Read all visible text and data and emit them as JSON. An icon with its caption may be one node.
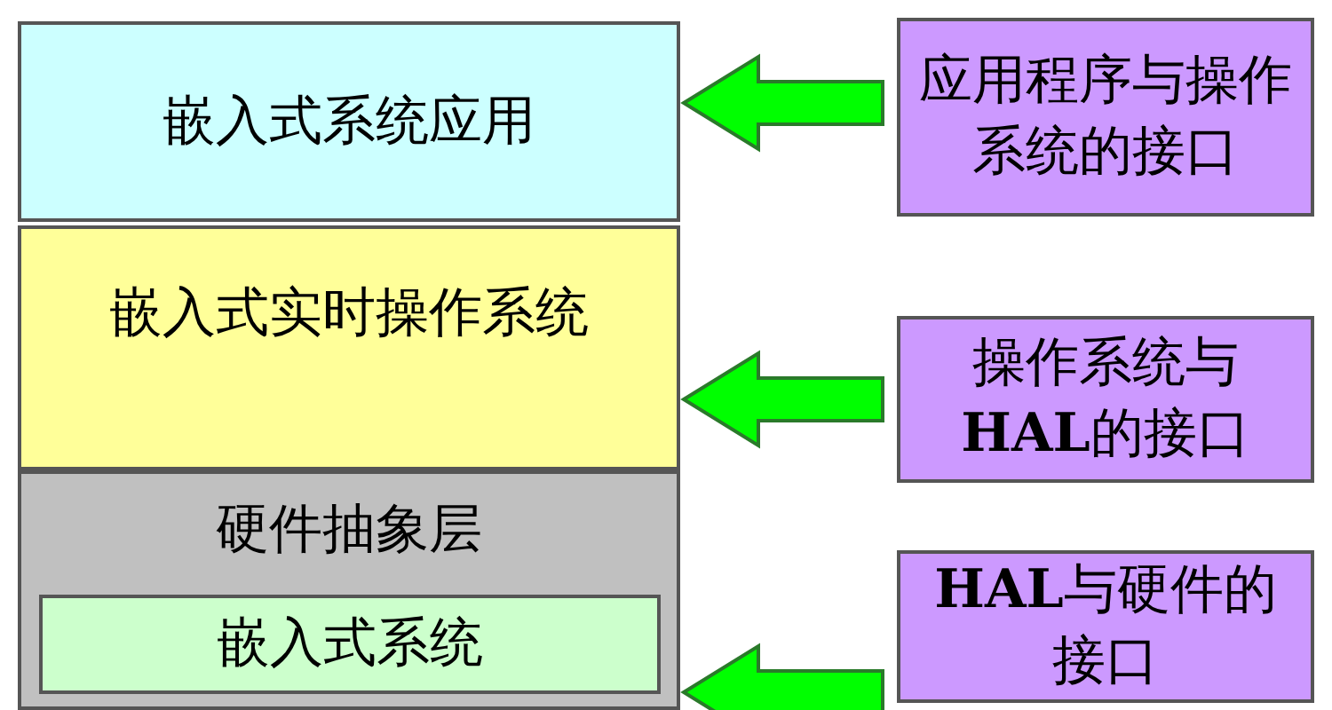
{
  "diagram": {
    "nodes": [
      {
        "text": [
          "嵌入式系统应用"
        ]
      },
      {
        "text": [
          "嵌入式实时操作系统"
        ]
      },
      {
        "text": [
          "硬件抽象层"
        ]
      },
      {
        "text": [
          "嵌入式系统"
        ],
        "in": 2
      },
      {
        "text": [
          "应用程序与操作系统的接口"
        ]
      },
      {
        "text": [
          "操作系统与**HAL**的接口"
        ]
      },
      {
        "text": [
          "**HAL**与硬件的接口"
        ]
      }
    ],
    "edges": [
      {
        "from": 4,
        "to": 0,
        "arrow": "to"
      },
      {
        "from": 5,
        "to": 1,
        "arrow": "to"
      },
      {
        "from": 6,
        "to": 2,
        "arrow": "to"
      }
    ]
  }
}
